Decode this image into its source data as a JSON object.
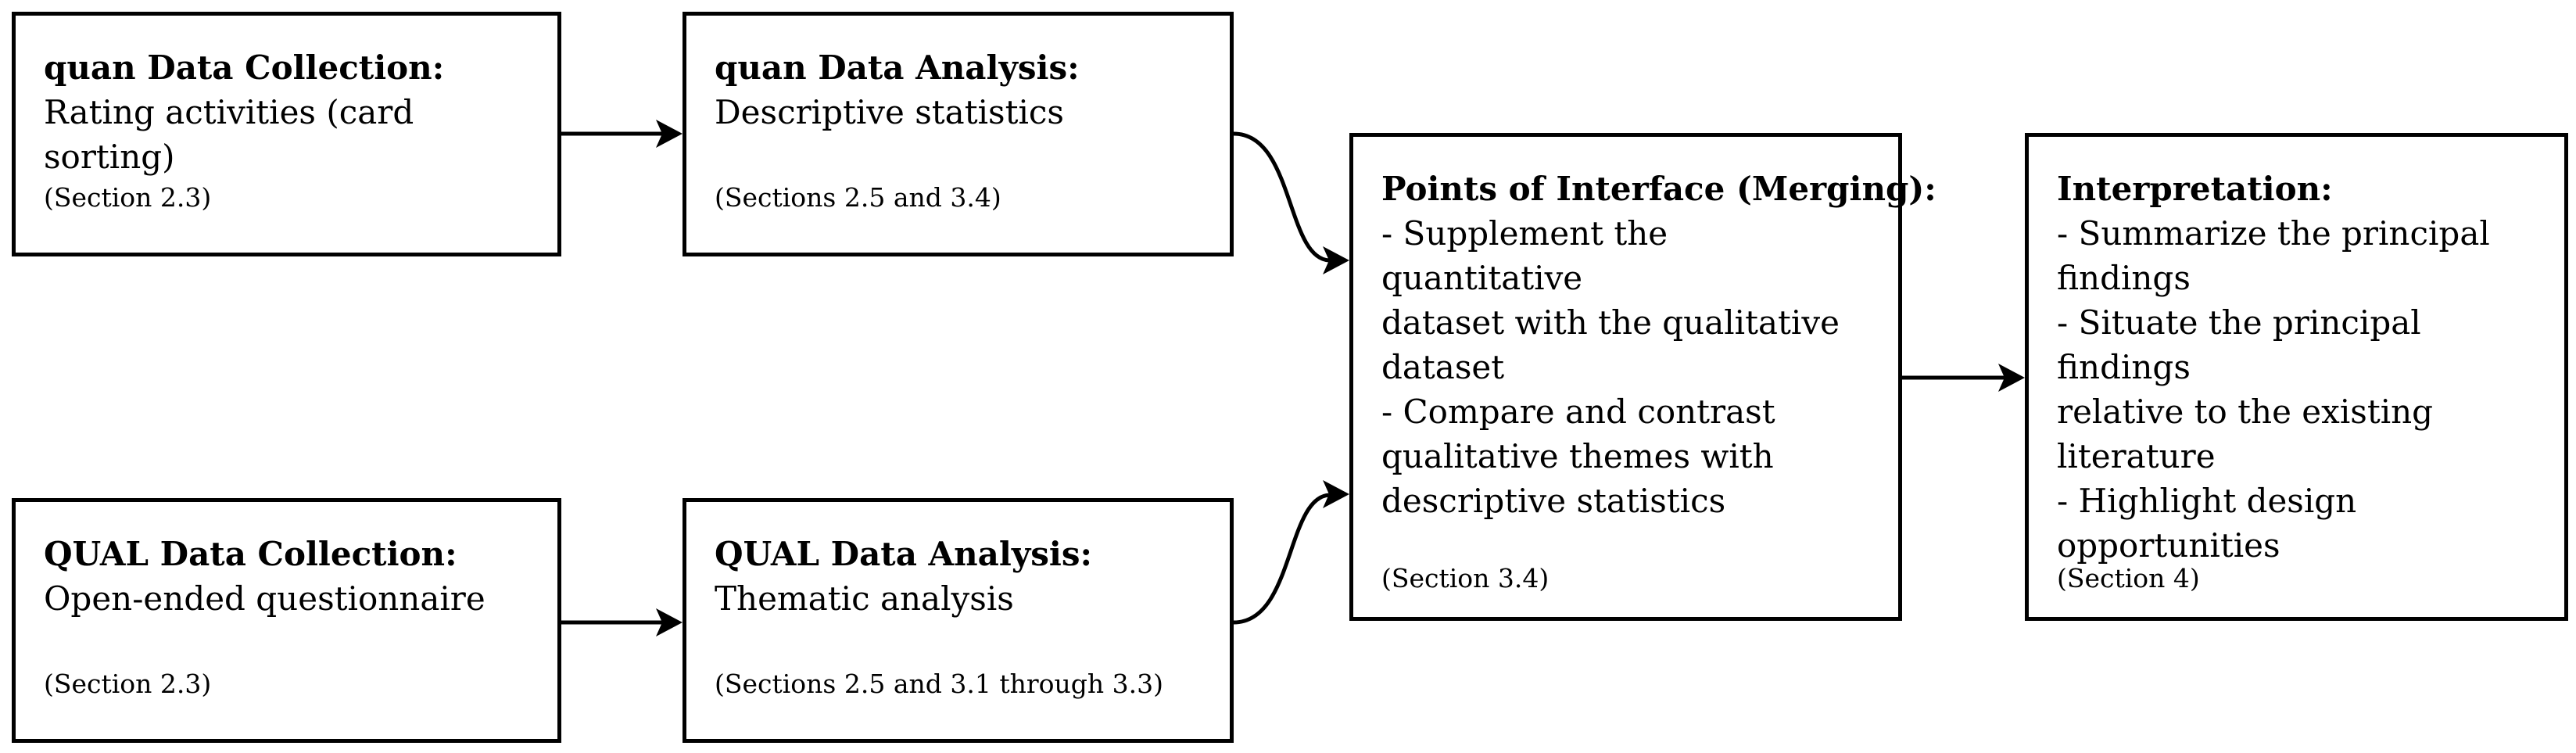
{
  "boxes": {
    "quan_collection": {
      "title": "quan Data Collection:",
      "body": "Rating activities (card sorting)",
      "section": "(Section 2.3)"
    },
    "quan_analysis": {
      "title": "quan Data Analysis:",
      "body": "Descriptive statistics",
      "section": "(Sections 2.5 and 3.4)"
    },
    "qual_collection": {
      "title": "QUAL Data Collection:",
      "body": "Open-ended questionnaire",
      "section": "(Section 2.3)"
    },
    "qual_analysis": {
      "title": "QUAL Data Analysis:",
      "body": "Thematic analysis",
      "section": "(Sections 2.5 and 3.1 through 3.3)"
    },
    "merging": {
      "title": "Points of Interface (Merging):",
      "body": "- Supplement the quantitative\ndataset with the qualitative\ndataset\n- Compare and contrast\nqualitative themes with\ndescriptive statistics",
      "section": "(Section 3.4)"
    },
    "interpretation": {
      "title": "Interpretation:",
      "body": "- Summarize the principal\nfindings\n- Situate the principal findings\nrelative to the existing\nliterature\n- Highlight design\nopportunities",
      "section": "(Section 4)"
    }
  },
  "colors": {
    "stroke": "#000000",
    "background": "#ffffff"
  }
}
